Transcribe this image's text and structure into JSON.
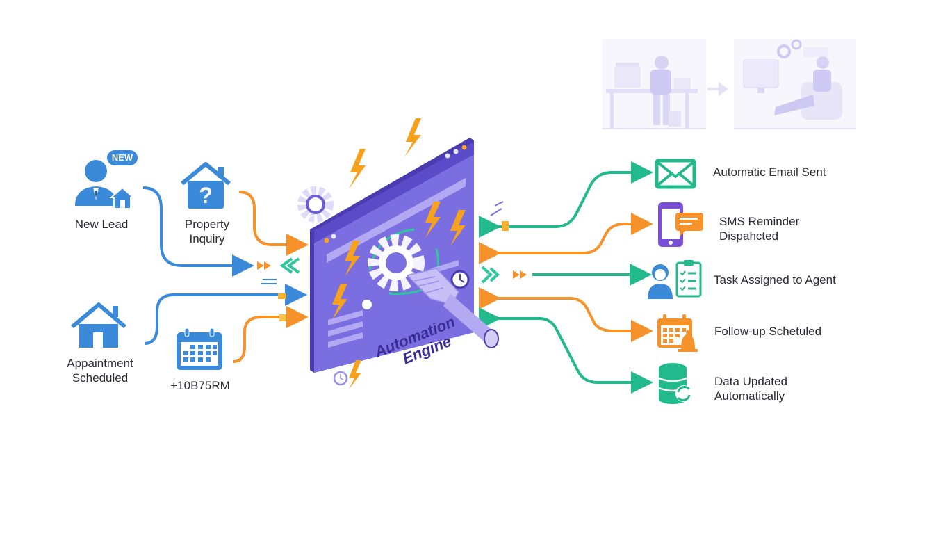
{
  "colors": {
    "blue": "#3b8ad9",
    "orange": "#f5922a",
    "green": "#22b98c",
    "purple": "#7b6ee0",
    "purple_dark": "#4a3bb0",
    "lavender": "#d9d4f6",
    "bolt": "#f6a21e",
    "text": "#2b2b33"
  },
  "inputs": [
    {
      "id": "new-lead",
      "label": "New Lead",
      "icon": "agent-with-house-icon",
      "badge": "NEW"
    },
    {
      "id": "property-inquiry",
      "label_line1": "Property",
      "label_line2": "Inquiry",
      "icon": "house-question-icon"
    },
    {
      "id": "appointment",
      "label_line1": "Appaintment",
      "label_line2": "Scheduled",
      "icon": "house-icon"
    },
    {
      "id": "calendar",
      "label": "+10B75RM",
      "icon": "calendar-icon"
    }
  ],
  "engine": {
    "title_line1": "Automation",
    "title_line2": "Engine",
    "icon": "automation-window-gear-robot-hand-icon"
  },
  "outputs": [
    {
      "id": "email",
      "label": "Automatic Email Sent",
      "icon": "envelope-icon",
      "color": "#22b98c"
    },
    {
      "id": "sms",
      "label_line1": "SMS Reminder",
      "label_line2": "Dispahcted",
      "icon": "phone-chat-icon",
      "color": "#f5922a"
    },
    {
      "id": "task",
      "label": "Task Assigned to Agent",
      "icon": "agent-checklist-icon",
      "color": "#3b8ad9"
    },
    {
      "id": "followup",
      "label": "Follow-up Schetuled",
      "icon": "calendar-bell-icon",
      "color": "#f5922a"
    },
    {
      "id": "data",
      "label_line1": "Data Updated",
      "label_line2": "Automatically",
      "icon": "database-sync-icon",
      "color": "#22b98c"
    }
  ],
  "illustration": {
    "before": "stressed-worker-at-desk-illustration",
    "after": "relaxed-worker-in-armchair-illustration",
    "transition": "right-arrow-icon"
  }
}
